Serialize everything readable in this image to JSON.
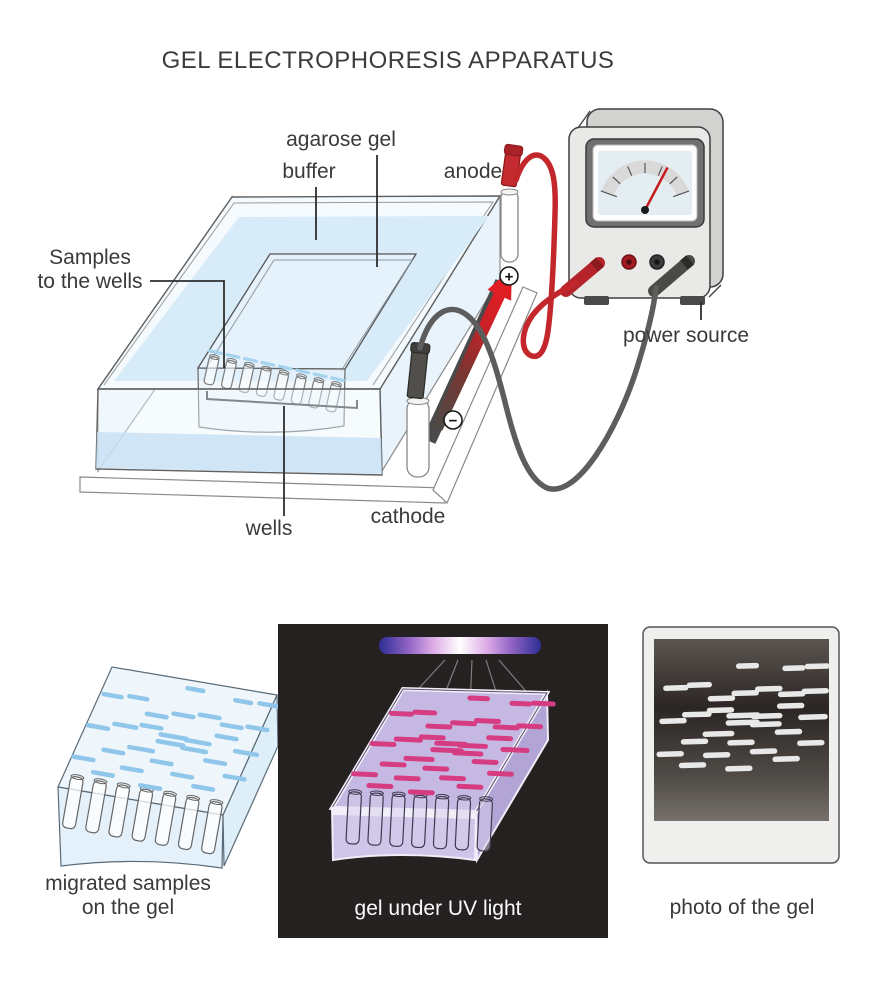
{
  "title": "GEL ELECTROPHORESIS APPARATUS",
  "apparatus": {
    "labels": {
      "agarose_gel": "agarose gel",
      "buffer": "buffer",
      "anode": "anode",
      "samples_line1": "Samples",
      "samples_line2": "to the wells",
      "wells": "wells",
      "cathode": "cathode",
      "power_source": "power source",
      "plus_terminal": "+",
      "minus_terminal": "−"
    },
    "well_count": 8
  },
  "panels": {
    "migrated_gel": {
      "caption_line1": "migrated samples",
      "caption_line2": "on the gel",
      "well_count": 7
    },
    "uv_gel": {
      "caption": "gel under UV light",
      "well_count": 7
    },
    "photo": {
      "caption": "photo of the gel"
    }
  },
  "colors": {
    "label_text": "#3a3a3a",
    "water_blue": "#d7ebf9",
    "band_blue": "#8fc6e9",
    "band_pink": "#d63c82",
    "band_white": "#e8e8e8",
    "gel_purple": "#c5b9e3",
    "uv_panel_background": "#252120",
    "anode_red": "#c62a2f",
    "cable_gray": "#5d5d5d"
  },
  "gel_bands": [
    [
      0,
      0.22,
      1
    ],
    [
      0,
      0.5,
      1
    ],
    [
      0,
      0.78,
      0.9
    ],
    [
      1,
      0.12,
      1
    ],
    [
      1,
      0.32,
      1
    ],
    [
      1,
      0.55,
      1.1
    ],
    [
      1,
      0.8,
      0.9
    ],
    [
      2,
      0.2,
      1
    ],
    [
      2,
      0.38,
      1.2
    ],
    [
      2,
      0.58,
      1
    ],
    [
      2,
      0.68,
      1
    ],
    [
      3,
      0.08,
      1
    ],
    [
      3,
      0.3,
      1
    ],
    [
      3,
      0.47,
      1.3
    ],
    [
      3,
      0.53,
      1.3
    ],
    [
      3,
      0.72,
      1
    ],
    [
      3,
      0.95,
      0.8
    ],
    [
      4,
      0.22,
      1
    ],
    [
      4,
      0.45,
      1.2
    ],
    [
      4,
      0.52,
      1.2
    ],
    [
      4,
      0.75,
      1
    ],
    [
      5,
      0.15,
      1
    ],
    [
      5,
      0.38,
      1
    ],
    [
      5,
      0.6,
      1
    ],
    [
      5,
      0.7,
      1
    ],
    [
      5,
      0.92,
      0.8
    ],
    [
      6,
      0.28,
      1
    ],
    [
      6,
      0.5,
      1.1
    ],
    [
      6,
      0.72,
      1
    ],
    [
      6,
      0.93,
      0.9
    ]
  ]
}
